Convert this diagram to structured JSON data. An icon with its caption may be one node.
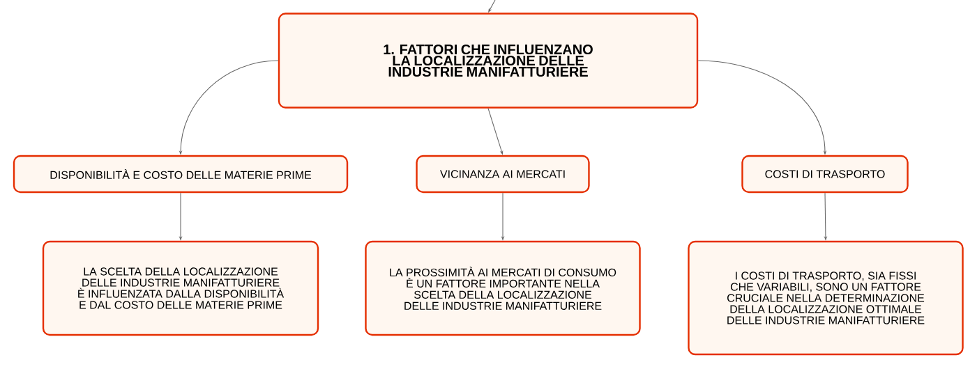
{
  "diagram": {
    "nodes": [
      {
        "text": [
          "1. FATTORI CHE INFLUENZANO LA LOCALIZZAZIONE DELLE INDUSTRIE MANIFATTURIERE"
        ]
      },
      {
        "text": [
          "DISPONIBILITÀ E COSTO DELLE MATERIE PRIME"
        ]
      },
      {
        "text": [
          "VICINANZA AI MERCATI"
        ]
      },
      {
        "text": [
          "COSTI DI TRASPORTO"
        ]
      },
      {
        "text": [
          "LA SCELTA DELLA LOCALIZZAZIONE DELLE INDUSTRIE MANIFATTURIERE È INFLUENZATA DALLA DISPONIBILITÀ E DAL COSTO DELLE MATERIE PRIME"
        ]
      },
      {
        "text": [
          "LA PROSSIMITÀ AI MERCATI DI CONSUMO È UN FATTORE IMPORTANTE NELLA SCELTA DELLA LOCALIZZAZIONE DELLE INDUSTRIE MANIFATTURIERE"
        ]
      },
      {
        "text": [
          "I COSTI DI TRASPORTO, SIA FISSI CHE VARIABILI, SONO UN FATTORE CRUCIALE NELLA DETERMINAZIONE DELLA LOCALIZZAZIONE OTTIMALE DELLE INDUSTRIE MANIFATTURIERE"
        ]
      }
    ],
    "edges": [
      {
        "from": null,
        "to": 0,
        "arrow": "to"
      },
      {
        "from": 0,
        "to": 1,
        "arrow": "to"
      },
      {
        "from": 0,
        "to": 2,
        "arrow": "to"
      },
      {
        "from": 0,
        "to": 3,
        "arrow": "to"
      },
      {
        "from": 1,
        "to": 4,
        "arrow": "to"
      },
      {
        "from": 2,
        "to": 5,
        "arrow": "to"
      },
      {
        "from": 3,
        "to": 6,
        "arrow": "to"
      }
    ]
  }
}
